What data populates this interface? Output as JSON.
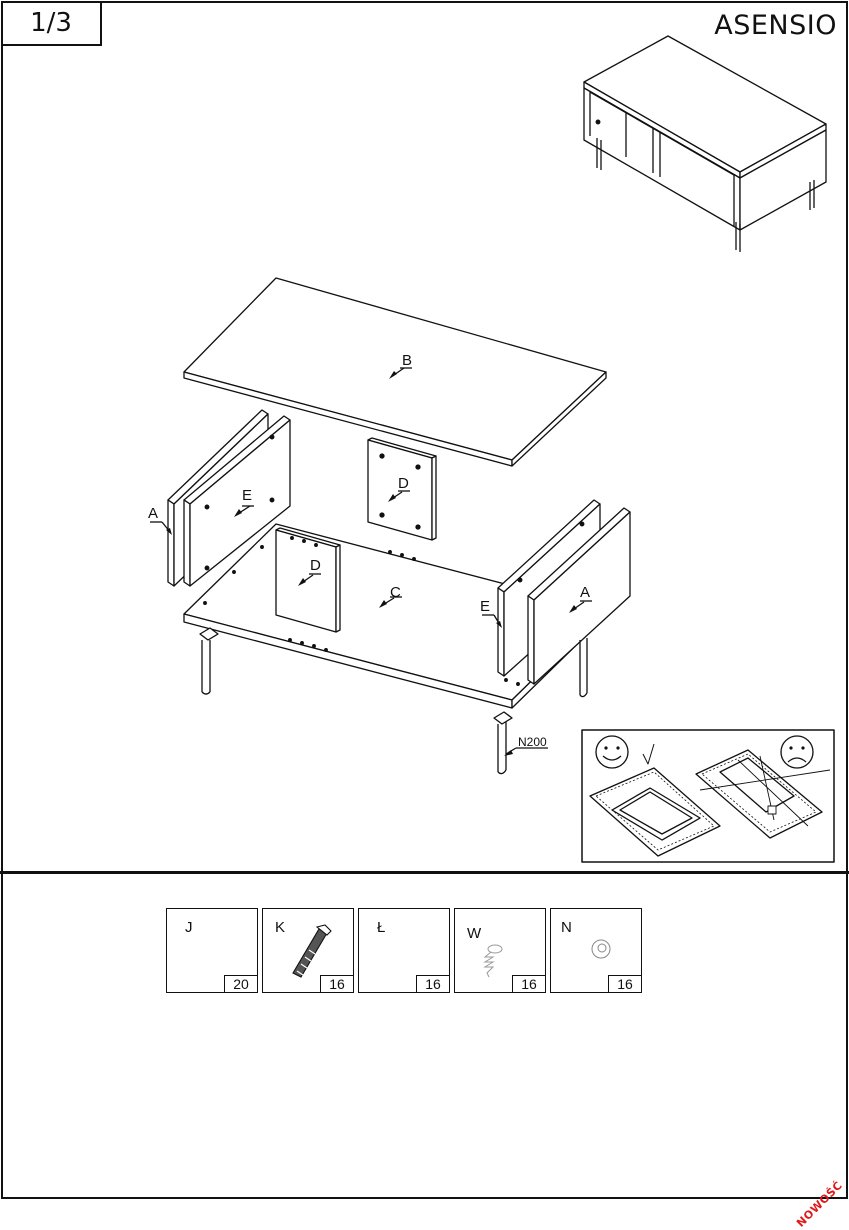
{
  "header": {
    "page_indicator": "1/3",
    "product_name": "ASENSIO"
  },
  "parts": {
    "A": "A",
    "B": "B",
    "C": "C",
    "D": "D",
    "E": "E",
    "leg_code": "N200"
  },
  "hardware": [
    {
      "letter": "J",
      "qty": "20",
      "icon": "none"
    },
    {
      "letter": "K",
      "qty": "16",
      "icon": "cam-bolt-icon"
    },
    {
      "letter": "Ł",
      "qty": "16",
      "icon": "none"
    },
    {
      "letter": "W",
      "qty": "16",
      "icon": "screw-icon"
    },
    {
      "letter": "N",
      "qty": "16",
      "icon": "cap-icon"
    }
  ],
  "badge": {
    "text": "NOWOŚĆ",
    "color": "#e01818"
  }
}
